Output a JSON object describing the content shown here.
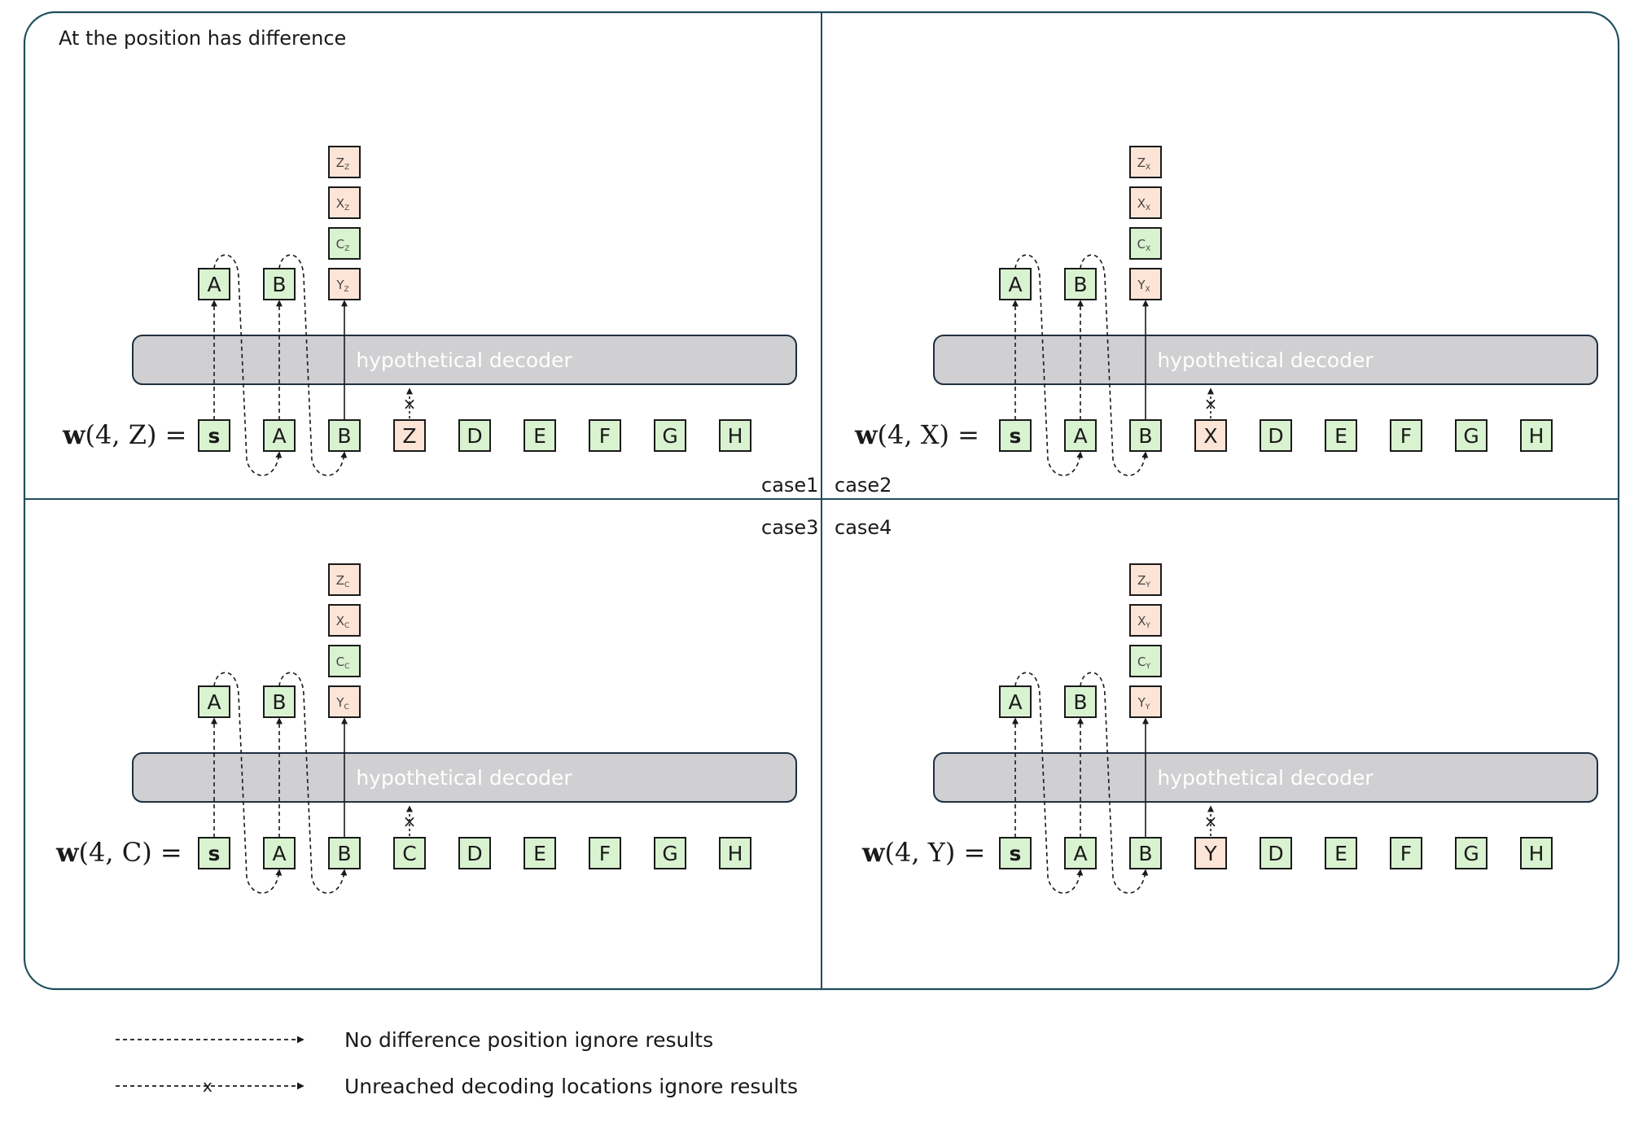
{
  "title": "At  the position has difference",
  "decoder_label": "hypothetical decoder",
  "sequence": [
    "s",
    "A",
    "B",
    "",
    "D",
    "E",
    "F",
    "G",
    "H"
  ],
  "outputs": [
    "A",
    "B"
  ],
  "stack_labels": [
    "Z",
    "X",
    "C",
    "Y"
  ],
  "formula_prefix": "w",
  "formula_suffix": ") =",
  "colors": {
    "green_fill": "#d9f2d0",
    "orange_fill": "#fce4d6",
    "decoder_fill": "#d0cfd1",
    "panel_border": "#1f4e5f",
    "stroke": "#1a1a1a"
  },
  "panels": [
    {
      "case_label": "case1",
      "token": "Z",
      "token_highlight": true,
      "formula": "(4, Z"
    },
    {
      "case_label": "case2",
      "token": "X",
      "token_highlight": true,
      "formula": "(4, X"
    },
    {
      "case_label": "case3",
      "token": "C",
      "token_highlight": false,
      "formula": "(4, C"
    },
    {
      "case_label": "case4",
      "token": "Y",
      "token_highlight": true,
      "formula": "(4, Y"
    }
  ],
  "legend": [
    {
      "label": "No difference position ignore results",
      "style": "dashed-arrow"
    },
    {
      "label": "Unreached decoding locations ignore results",
      "style": "dashed-x-arrow"
    }
  ]
}
